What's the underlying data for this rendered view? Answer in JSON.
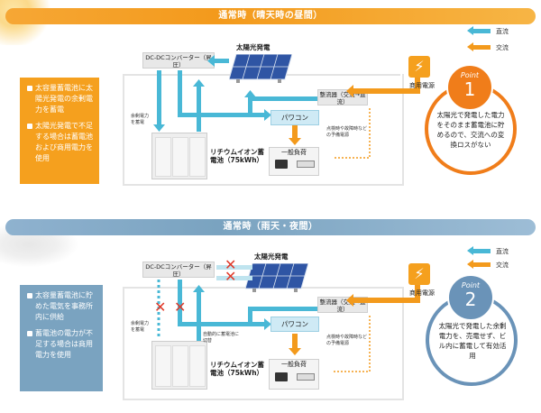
{
  "section1": {
    "header": "通常時（晴天時の昼間）",
    "bullets": [
      "太容量蓄電池に太陽光発電の余剰電力を蓄電",
      "太陽光発電で不足する場合は蓄電池および商用電力を使用"
    ],
    "dcdc": "DC-DCコンバーター（昇圧）",
    "solar": "太陽光発電",
    "rectifier": "整流器（交流→直流）",
    "grid": "商用電源",
    "pcs": "パワコン",
    "load": "一般負荷",
    "battery": "リチウムイオン蓄電池（75kWh）",
    "surplus": "余剰電力を蓄電",
    "emergency": "点検時や故障時などの予備電源",
    "point_label": "Point",
    "point_num": "1",
    "point_text": "太陽光で発電した電力をそのまま蓄電池に貯めるので、交流への変換ロスがない"
  },
  "section2": {
    "header": "通常時（雨天・夜間）",
    "bullets": [
      "太容量蓄電池に貯めた電気を事務所内に供給",
      "蓄電池の電力が不足する場合は商用電力を使用"
    ],
    "dcdc": "DC-DCコンバーター（昇圧）",
    "solar": "太陽光発電",
    "rectifier": "整流器（交流→直流）",
    "grid": "商用電源",
    "pcs": "パワコン",
    "load": "一般負荷",
    "battery": "リチウムイオン蓄電池（75kWh）",
    "surplus": "余剰電力を蓄電",
    "auto_switch": "自動的に蓄電池に切替",
    "emergency": "点検時や故障時などの予備電源",
    "point_label": "Point",
    "point_num": "2",
    "point_text": "太陽光で発電した余剰電力を、売電せず、ビル内に蓄電して有効活用"
  },
  "legend": {
    "dc": "直流",
    "ac": "交流"
  },
  "colors": {
    "orange": "#f39a1c",
    "blue": "#49b8d6",
    "steel": "#7aa3c0",
    "dark_orange": "#f07d1a",
    "point2_border": "#6a93b8"
  }
}
